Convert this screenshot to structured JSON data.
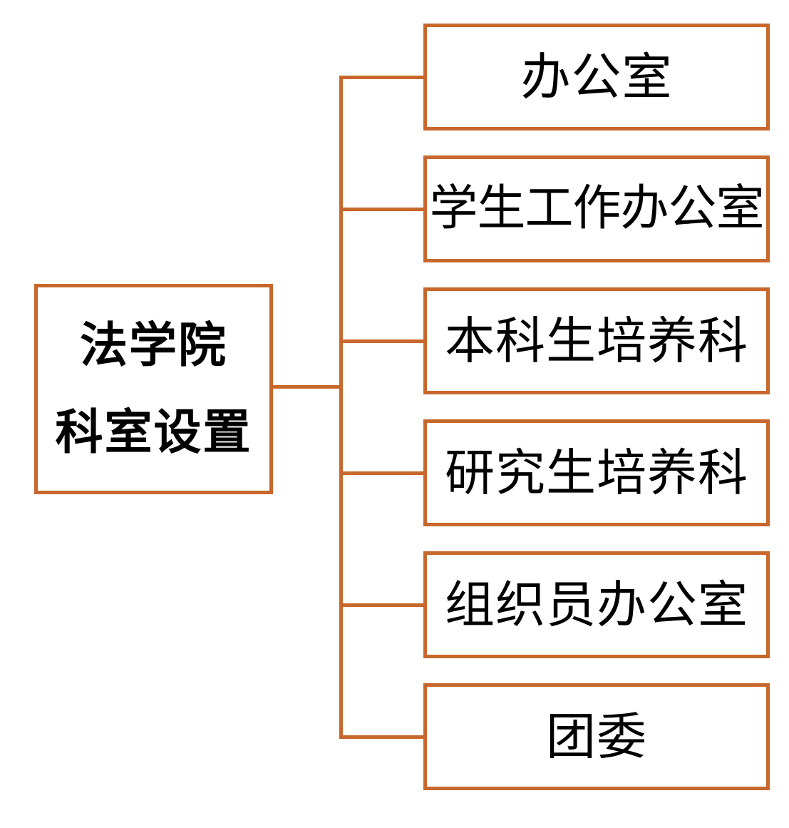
{
  "diagram": {
    "type": "organizational-chart",
    "orientation": "left-to-right",
    "title": "法学院科室设置",
    "accent_color": "#c8672b",
    "background_color": "#ffffff",
    "text_color": "#000000",
    "root": {
      "label": "法学院科室设置",
      "line_1": "法学院",
      "line_2": "科室设置",
      "bold": true
    },
    "children": [
      {
        "label": "办公室"
      },
      {
        "label": "学生工作办公室"
      },
      {
        "label": "本科生培养科"
      },
      {
        "label": "研究生培养科"
      },
      {
        "label": "组织员办公室"
      },
      {
        "label": "团委"
      }
    ]
  }
}
